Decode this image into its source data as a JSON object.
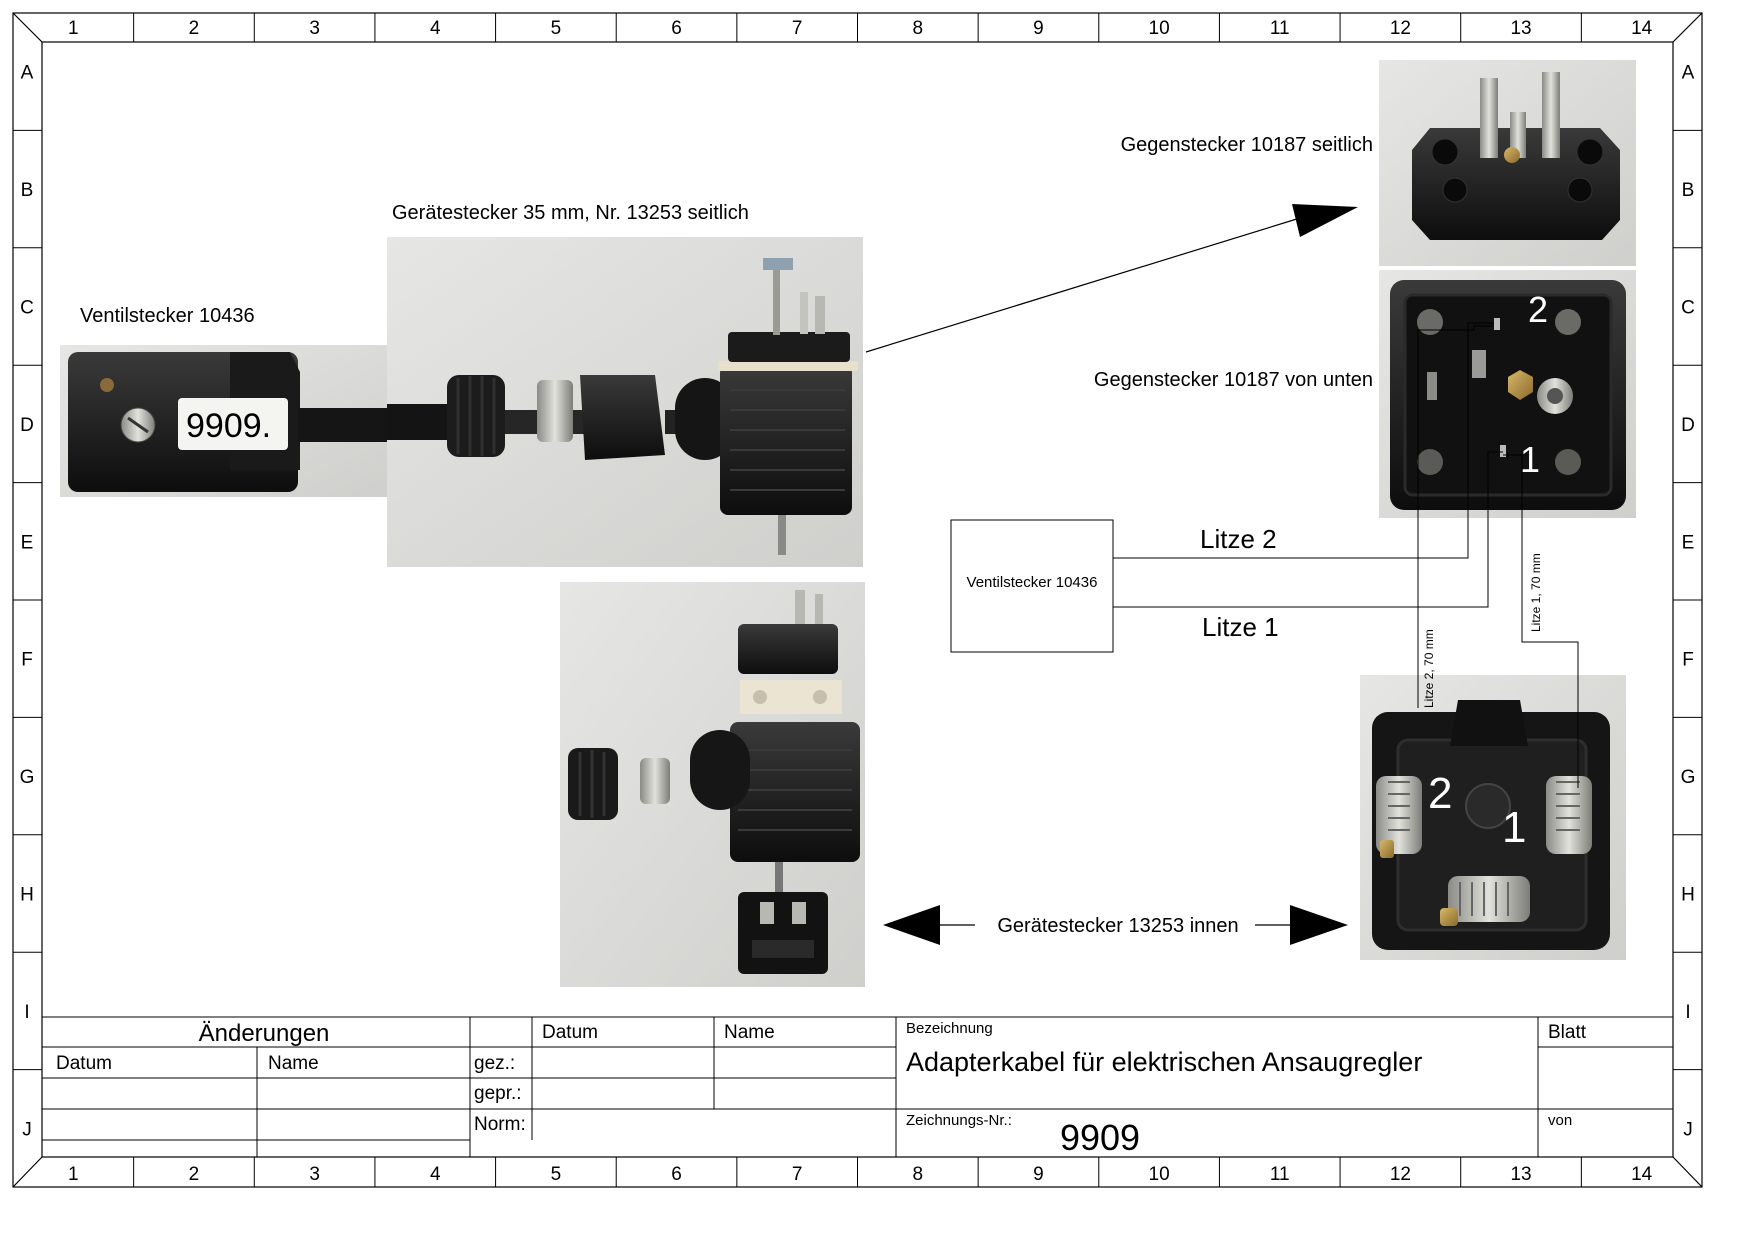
{
  "frame": {
    "columns": [
      "1",
      "2",
      "3",
      "4",
      "5",
      "6",
      "7",
      "8",
      "9",
      "10",
      "11",
      "12",
      "13",
      "14"
    ],
    "rows": [
      "A",
      "B",
      "C",
      "D",
      "E",
      "F",
      "G",
      "H",
      "I",
      "J"
    ]
  },
  "labels": {
    "ventilstecker_photo": "Ventilstecker 10436",
    "label_tag": "9909.",
    "geraetestecker_side": "Gerätestecker 35 mm, Nr. 13253 seitlich",
    "gegenstecker_side": "Gegenstecker 10187 seitlich",
    "gegenstecker_bottom": "Gegenstecker 10187 von unten",
    "box_label": "Ventilstecker 10436",
    "litze2": "Litze 2",
    "litze1": "Litze 1",
    "litze2_len": "Litze 2, 70 mm",
    "litze1_len": "Litze 1, 70 mm",
    "pin2": "2",
    "pin1": "1",
    "inner_pin2": "2",
    "inner_pin1": "1",
    "geraetestecker_inner": "Gerätestecker 13253 innen"
  },
  "title_block": {
    "changes": "Änderungen",
    "datum_col": "Datum",
    "name_col": "Name",
    "datum_head": "Datum",
    "name_head": "Name",
    "gez": "gez.:",
    "gepr": "gepr.:",
    "norm": "Norm:",
    "bezeichnung_label": "Bezeichnung",
    "bezeichnung": "Adapterkabel für elektrischen Ansaugregler",
    "zeichnungs_nr_label": "Zeichnungs-Nr.:",
    "zeichnungs_nr": "9909",
    "blatt": "Blatt",
    "von": "von"
  }
}
